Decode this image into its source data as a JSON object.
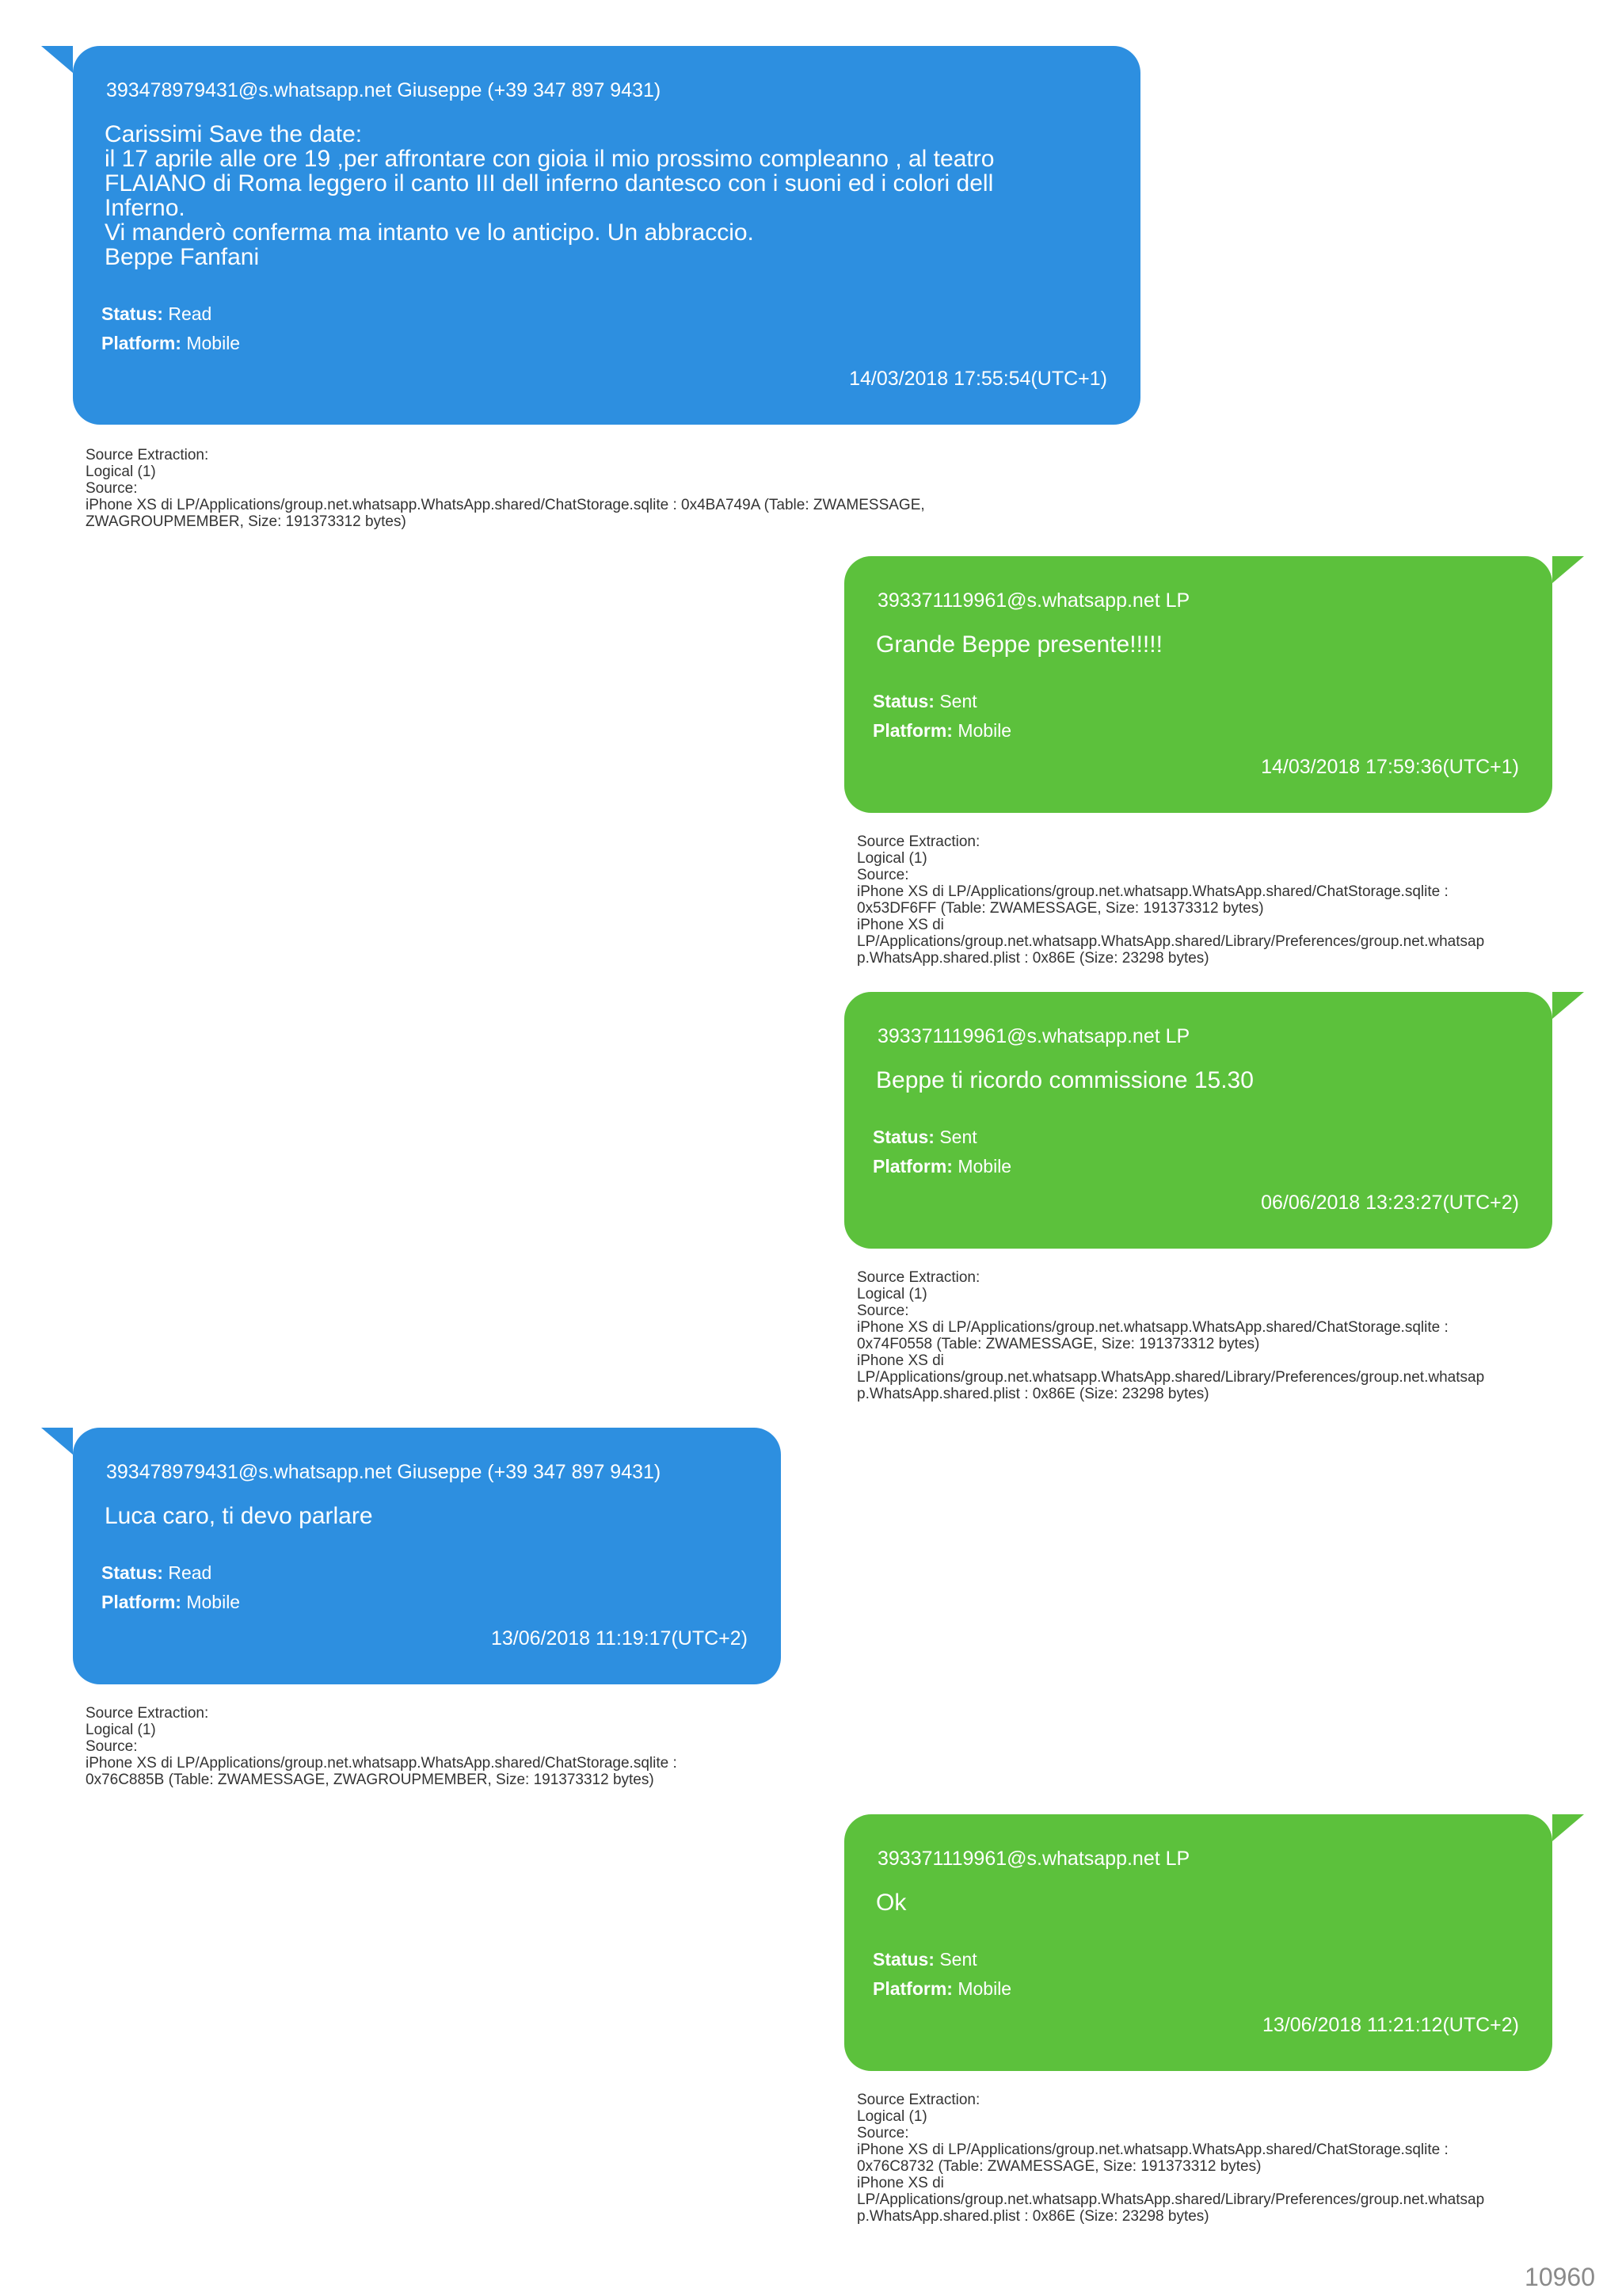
{
  "labels": {
    "status": "Status:",
    "platform": "Platform:"
  },
  "messages": [
    {
      "direction": "incoming",
      "sender": "393478979431@s.whatsapp.net Giuseppe (+39 347 897 9431)",
      "text": "Carissimi Save the date:\nil 17 aprile alle ore 19 ,per affrontare con gioia il mio prossimo compleanno , al teatro\nFLAIANO di Roma leggero il canto III dell inferno dantesco con i suoni ed i colori dell\nInferno.\nVi manderò conferma ma intanto ve lo anticipo. Un abbraccio.\nBeppe Fanfani",
      "status": "Read",
      "platform": "Mobile",
      "timestamp": "14/03/2018 17:55:54(UTC+1)",
      "source": "Source Extraction:\nLogical (1)\nSource:\niPhone XS di LP/Applications/group.net.whatsapp.WhatsApp.shared/ChatStorage.sqlite : 0x4BA749A (Table: ZWAMESSAGE,\nZWAGROUPMEMBER, Size: 191373312 bytes)"
    },
    {
      "direction": "outgoing",
      "sender": "393371119961@s.whatsapp.net LP",
      "text": "Grande Beppe presente!!!!!",
      "status": "Sent",
      "platform": "Mobile",
      "timestamp": "14/03/2018 17:59:36(UTC+1)",
      "source": "Source Extraction:\nLogical (1)\nSource:\niPhone XS di LP/Applications/group.net.whatsapp.WhatsApp.shared/ChatStorage.sqlite :\n0x53DF6FF (Table: ZWAMESSAGE, Size: 191373312 bytes)\niPhone XS di\nLP/Applications/group.net.whatsapp.WhatsApp.shared/Library/Preferences/group.net.whatsap\np.WhatsApp.shared.plist : 0x86E (Size: 23298 bytes)"
    },
    {
      "direction": "outgoing",
      "sender": "393371119961@s.whatsapp.net LP",
      "text": "Beppe ti ricordo commissione 15.30",
      "status": "Sent",
      "platform": "Mobile",
      "timestamp": "06/06/2018 13:23:27(UTC+2)",
      "source": "Source Extraction:\nLogical (1)\nSource:\niPhone XS di LP/Applications/group.net.whatsapp.WhatsApp.shared/ChatStorage.sqlite :\n0x74F0558 (Table: ZWAMESSAGE, Size: 191373312 bytes)\niPhone XS di\nLP/Applications/group.net.whatsapp.WhatsApp.shared/Library/Preferences/group.net.whatsap\np.WhatsApp.shared.plist : 0x86E (Size: 23298 bytes)"
    },
    {
      "direction": "incoming",
      "sender": "393478979431@s.whatsapp.net Giuseppe (+39 347 897 9431)",
      "text": "Luca caro, ti devo parlare",
      "status": "Read",
      "platform": "Mobile",
      "timestamp": "13/06/2018 11:19:17(UTC+2)",
      "source": "Source Extraction:\nLogical (1)\nSource:\niPhone XS di LP/Applications/group.net.whatsapp.WhatsApp.shared/ChatStorage.sqlite :\n0x76C885B (Table: ZWAMESSAGE, ZWAGROUPMEMBER, Size: 191373312 bytes)"
    },
    {
      "direction": "outgoing",
      "sender": "393371119961@s.whatsapp.net LP",
      "text": "Ok",
      "status": "Sent",
      "platform": "Mobile",
      "timestamp": "13/06/2018 11:21:12(UTC+2)",
      "source": "Source Extraction:\nLogical (1)\nSource:\niPhone XS di LP/Applications/group.net.whatsapp.WhatsApp.shared/ChatStorage.sqlite :\n0x76C8732 (Table: ZWAMESSAGE, Size: 191373312 bytes)\niPhone XS di\nLP/Applications/group.net.whatsapp.WhatsApp.shared/Library/Preferences/group.net.whatsap\np.WhatsApp.shared.plist : 0x86E (Size: 23298 bytes)"
    }
  ],
  "page_number": "10960",
  "colors": {
    "incoming_bubble": "#2d8fe0",
    "outgoing_bubble": "#5cc13c"
  }
}
